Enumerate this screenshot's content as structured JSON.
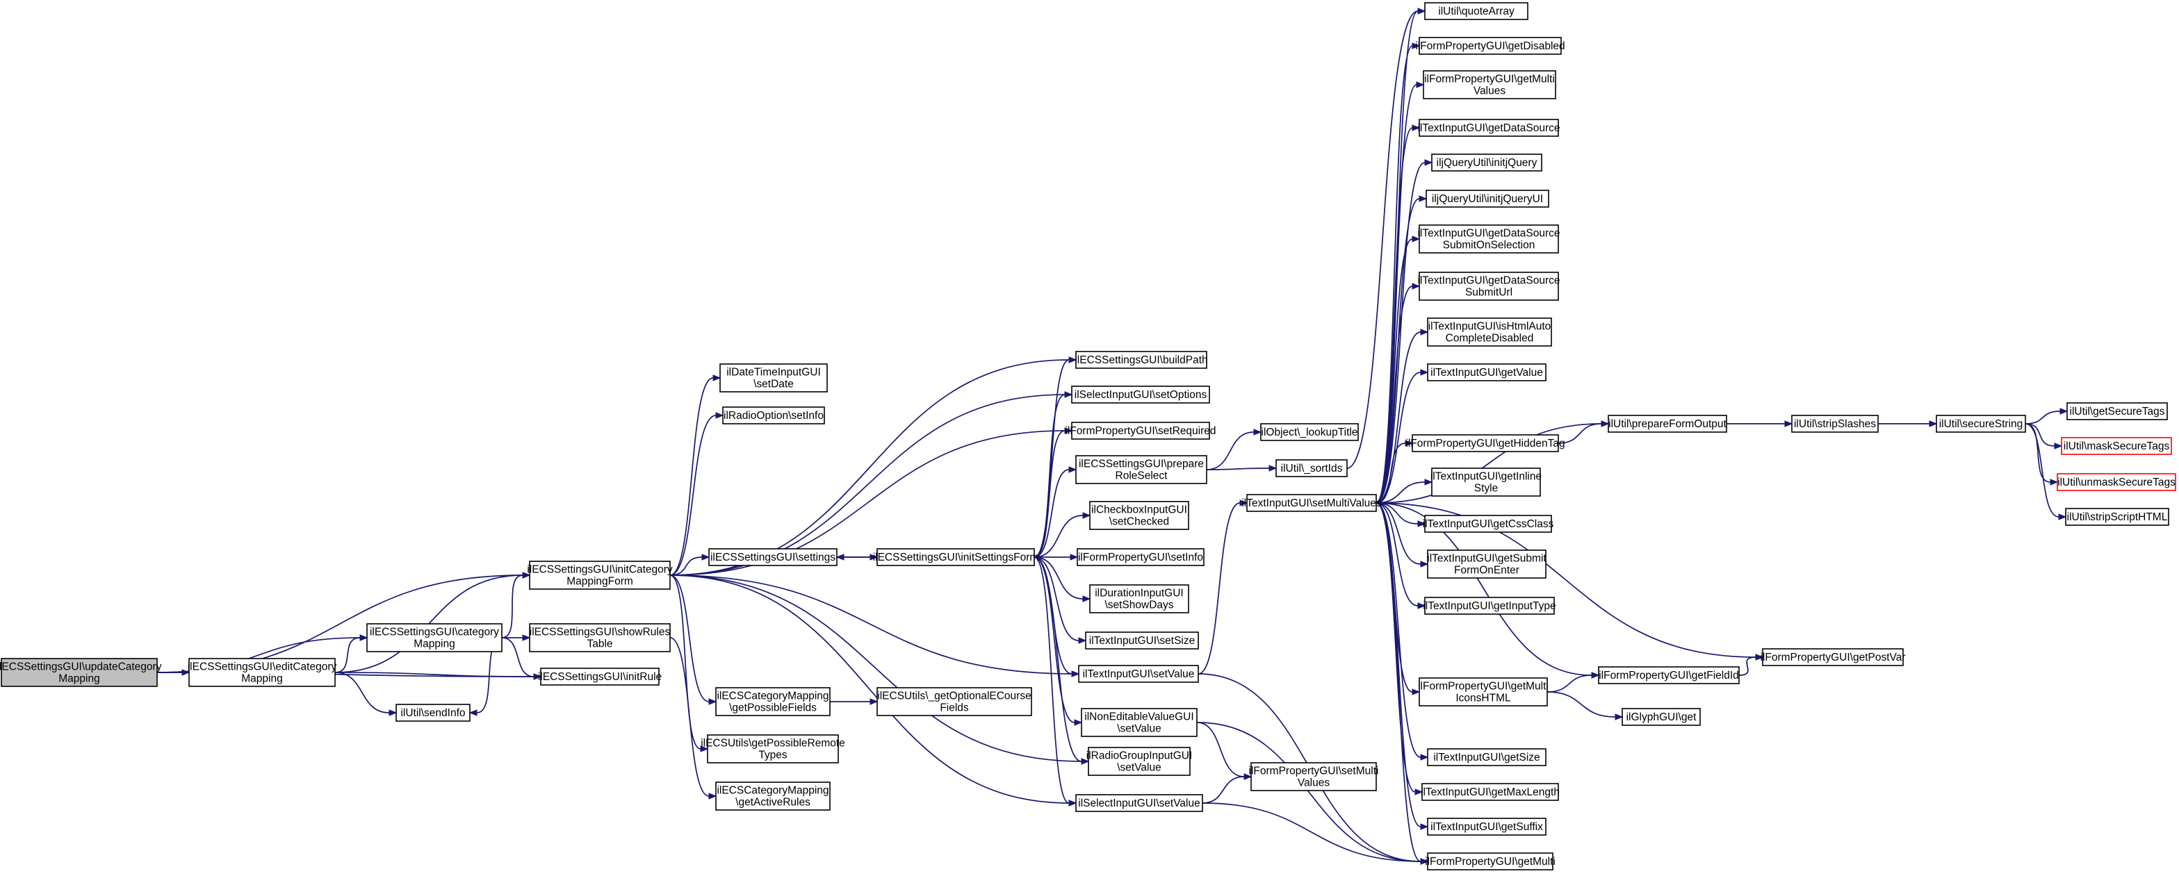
{
  "colors": {
    "edge": "#191970",
    "root_fill": "#bfbfbf",
    "external_border": "#ff0000",
    "node_border": "#000000"
  },
  "nodes": {
    "updateCategoryMapping": {
      "lines": [
        "ilECSSettingsGUI\\updateCategory",
        "Mapping"
      ]
    },
    "editCategoryMapping": {
      "lines": [
        "ilECSSettingsGUI\\editCategory",
        "Mapping"
      ]
    },
    "categoryMapping": {
      "lines": [
        "ilECSSettingsGUI\\category",
        "Mapping"
      ]
    },
    "sendInfo": {
      "lines": [
        "ilUtil\\sendInfo"
      ]
    },
    "initCategoryMappingForm": {
      "lines": [
        "ilECSSettingsGUI\\initCategory",
        "MappingForm"
      ]
    },
    "showRulesTable": {
      "lines": [
        "ilECSSettingsGUI\\showRules",
        "Table"
      ]
    },
    "initRule": {
      "lines": [
        "ilECSSettingsGUI\\initRule"
      ]
    },
    "dtSetDate": {
      "lines": [
        "ilDateTimeInputGUI",
        "\\setDate"
      ]
    },
    "radioSetInfo": {
      "lines": [
        "ilRadioOption\\setInfo"
      ]
    },
    "settings": {
      "lines": [
        "ilECSSettingsGUI\\settings"
      ]
    },
    "getPossibleFields": {
      "lines": [
        "ilECSCategoryMapping",
        "\\getPossibleFields"
      ]
    },
    "getPossibleRemoteTypes": {
      "lines": [
        "ilECSUtils\\getPossibleRemote",
        "Types"
      ]
    },
    "getActiveRules": {
      "lines": [
        "ilECSCategoryMapping",
        "\\getActiveRules"
      ]
    },
    "getOptionalECourseFields": {
      "lines": [
        "ilECSUtils\\_getOptionalECourse",
        "Fields"
      ]
    },
    "initSettingsForm": {
      "lines": [
        "ilECSSettingsGUI\\initSettingsForm"
      ]
    },
    "buildPath": {
      "lines": [
        "ilECSSettingsGUI\\buildPath"
      ]
    },
    "selectSetOptions": {
      "lines": [
        "ilSelectInputGUI\\setOptions"
      ]
    },
    "setRequired": {
      "lines": [
        "ilFormPropertyGUI\\setRequired"
      ]
    },
    "prepareRoleSelect": {
      "lines": [
        "ilECSSettingsGUI\\prepare",
        "RoleSelect"
      ]
    },
    "checkboxSetChecked": {
      "lines": [
        "ilCheckboxInputGUI",
        "\\setChecked"
      ]
    },
    "fpSetInfo": {
      "lines": [
        "ilFormPropertyGUI\\setInfo"
      ]
    },
    "durationSetShowDays": {
      "lines": [
        "ilDurationInputGUI",
        "\\setShowDays"
      ]
    },
    "textSetSize": {
      "lines": [
        "ilTextInputGUI\\setSize"
      ]
    },
    "textSetValue": {
      "lines": [
        "ilTextInputGUI\\setValue"
      ]
    },
    "nonEditableSetValue": {
      "lines": [
        "ilNonEditableValueGUI",
        "\\setValue"
      ]
    },
    "radioGroupSetValue": {
      "lines": [
        "ilRadioGroupInputGUI",
        "\\setValue"
      ]
    },
    "selectSetValue": {
      "lines": [
        "ilSelectInputGUI\\setValue"
      ]
    },
    "lookupTitle": {
      "lines": [
        "ilObject\\_lookupTitle"
      ]
    },
    "sortIds": {
      "lines": [
        "ilUtil\\_sortIds"
      ]
    },
    "setMultiValues": {
      "lines": [
        "ilTextInputGUI\\setMultiValues"
      ]
    },
    "fpSetMultiValues": {
      "lines": [
        "ilFormPropertyGUI\\setMulti",
        "Values"
      ]
    },
    "quoteArray": {
      "lines": [
        "ilUtil\\quoteArray"
      ]
    },
    "getDisabled": {
      "lines": [
        "ilFormPropertyGUI\\getDisabled"
      ]
    },
    "getMultiValues": {
      "lines": [
        "ilFormPropertyGUI\\getMulti",
        "Values"
      ]
    },
    "getDataSource": {
      "lines": [
        "ilTextInputGUI\\getDataSource"
      ]
    },
    "initjQuery": {
      "lines": [
        "iljQueryUtil\\initjQuery"
      ]
    },
    "initjQueryUI": {
      "lines": [
        "iljQueryUtil\\initjQueryUI"
      ]
    },
    "getDataSourceSubmitOnSelection": {
      "lines": [
        "ilTextInputGUI\\getDataSource",
        "SubmitOnSelection"
      ]
    },
    "getDataSourceSubmitUrl": {
      "lines": [
        "ilTextInputGUI\\getDataSource",
        "SubmitUrl"
      ]
    },
    "isHtmlAutoCompleteDisabled": {
      "lines": [
        "ilTextInputGUI\\isHtmlAuto",
        "CompleteDisabled"
      ]
    },
    "getValue": {
      "lines": [
        "ilTextInputGUI\\getValue"
      ]
    },
    "getHiddenTag": {
      "lines": [
        "ilFormPropertyGUI\\getHiddenTag"
      ]
    },
    "getInlineStyle": {
      "lines": [
        "ilTextInputGUI\\getInline",
        "Style"
      ]
    },
    "getCssClass": {
      "lines": [
        "ilTextInputGUI\\getCssClass"
      ]
    },
    "getSubmitFormOnEnter": {
      "lines": [
        "ilTextInputGUI\\getSubmit",
        "FormOnEnter"
      ]
    },
    "getInputType": {
      "lines": [
        "ilTextInputGUI\\getInputType"
      ]
    },
    "getMultiIconsHTML": {
      "lines": [
        "ilFormPropertyGUI\\getMulti",
        "IconsHTML"
      ]
    },
    "getSize": {
      "lines": [
        "ilTextInputGUI\\getSize"
      ]
    },
    "getMaxLength": {
      "lines": [
        "ilTextInputGUI\\getMaxLength"
      ]
    },
    "getSuffix": {
      "lines": [
        "ilTextInputGUI\\getSuffix"
      ]
    },
    "getMulti": {
      "lines": [
        "ilFormPropertyGUI\\getMulti"
      ]
    },
    "prepareFormOutput": {
      "lines": [
        "ilUtil\\prepareFormOutput"
      ]
    },
    "getFieldId": {
      "lines": [
        "ilFormPropertyGUI\\getFieldId"
      ]
    },
    "getPostVar": {
      "lines": [
        "ilFormPropertyGUI\\getPostVar"
      ]
    },
    "glyphGet": {
      "lines": [
        "ilGlyphGUI\\get"
      ]
    },
    "stripSlashes": {
      "lines": [
        "ilUtil\\stripSlashes"
      ]
    },
    "secureString": {
      "lines": [
        "ilUtil\\secureString"
      ]
    },
    "getSecureTags": {
      "lines": [
        "ilUtil\\getSecureTags"
      ]
    },
    "maskSecureTags": {
      "lines": [
        "ilUtil\\maskSecureTags"
      ]
    },
    "unmaskSecureTags": {
      "lines": [
        "ilUtil\\unmaskSecureTags"
      ]
    },
    "stripScriptHTML": {
      "lines": [
        "ilUtil\\stripScriptHTML"
      ]
    }
  }
}
